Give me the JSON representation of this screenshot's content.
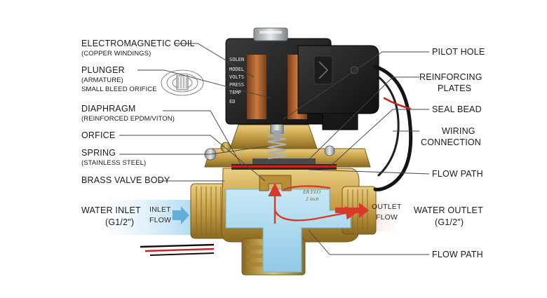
{
  "labels_left": {
    "coil": "ELECTROMAGNETIC COIL",
    "coil_sub": "(COPPER WINDINGS)",
    "plunger": "PLUNGER",
    "plunger_sub1": "(ARMATURE)",
    "plunger_sub2": "SMALL BLEED ORIFICE",
    "diaphragm": "DIAPHRAGM",
    "diaphragm_sub": "(REINFORCED EPDM/VITON)",
    "orifice": "ORFICE",
    "spring": "SPRING",
    "spring_sub": "(STAINLESS STEEL)",
    "body": "BRASS VALVE BODY",
    "inlet": "WATER INLET",
    "inlet_sub": "(G1/2\")"
  },
  "labels_right": {
    "pilot": "PILOT HOLE",
    "reinforcing1": "REINFORCING",
    "reinforcing2": "PLATES",
    "seal": "SEAL BEAD",
    "wiring1": "WIRING",
    "wiring2": "CONNECTION",
    "flow_path_top": "FLOW PATH",
    "outlet": "WATER OUTLET",
    "outlet_sub": "(G1/2\")",
    "flow_path_bottom": "FLOW PATH"
  },
  "flow_labels": {
    "inlet_flow1": "INLET",
    "inlet_flow2": "FLOW",
    "outlet_flow1": "OUTLET",
    "outlet_flow2": "FLOW"
  },
  "nameplate": {
    "l1": "SOLEN",
    "l2": "MODEL",
    "l3": "VOLTS",
    "l4": "PRESS",
    "l5": "TEMP",
    "l6": "ED"
  },
  "body_marking": {
    "l1": "ER FLO",
    "l2": "2 inch"
  },
  "colors": {
    "brass": "#c9a24a",
    "brass_dark": "#8a6a22",
    "water": "#a9d9ef",
    "coil_copper": "#b5662e",
    "flow_red": "#d83a2a",
    "inlet_arrow": "#5aa7d8"
  }
}
